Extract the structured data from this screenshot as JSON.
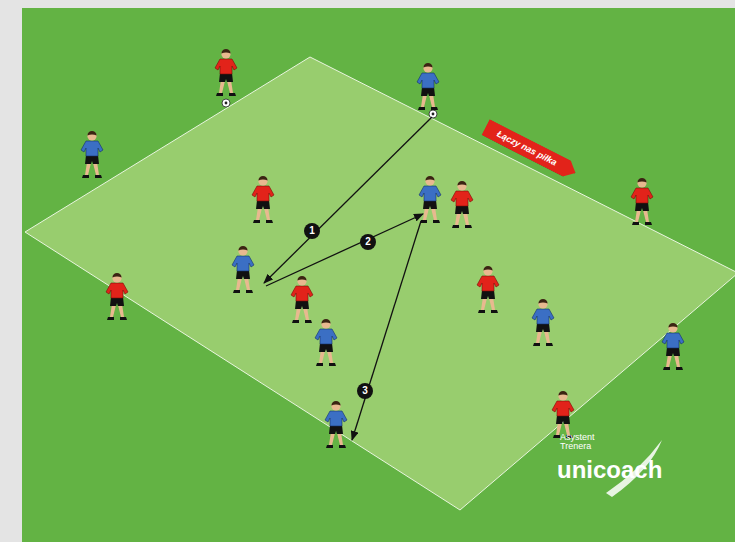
{
  "diagram": {
    "nodes": [
      {
        "text": [
          "Łączy nas piłka"
        ]
      }
    ],
    "labels": [
      "1",
      "2",
      "3",
      "Asystent Trenera",
      "unicoach"
    ]
  }
}
